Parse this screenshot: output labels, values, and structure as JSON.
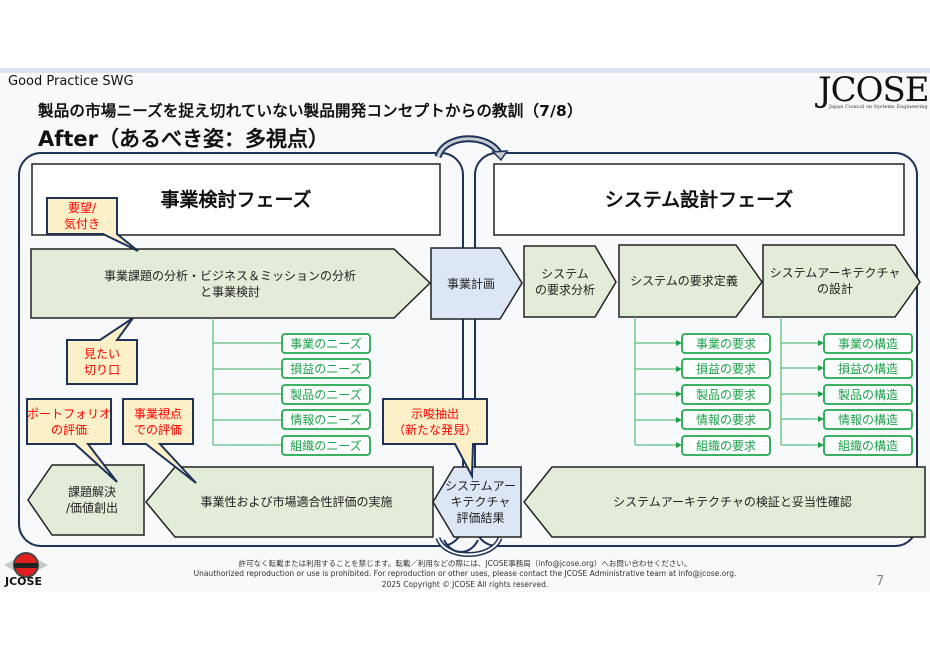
{
  "header": {
    "group_label": "Good Practice SWG",
    "title": "製品の市場ニーズを捉え切れていない製品開発コンセプトからの教訓（7/8）",
    "subtitle": "After（あるべき姿：多視点）"
  },
  "logo": {
    "name": "JCOSE",
    "tagline": "Japan Council on Systems Engineering"
  },
  "phases": {
    "business": "事業検討フェーズ",
    "system": "システム設計フェーズ"
  },
  "process": {
    "business_analysis": [
      "事業課題の分析・ビジネス＆ミッションの分析",
      "と事業検討"
    ],
    "business_plan": "事業計画",
    "sys_req_analysis": [
      "システム",
      "の要求分析"
    ],
    "sys_req_definition": "システムの要求定義",
    "sys_arch_design": [
      "システムアーキテクチャ",
      "の設計"
    ],
    "problem_solving": [
      "課題解決",
      "/価値創出"
    ],
    "market_eval": "事業性および市場適合性評価の実施",
    "arch_eval_result": [
      "システムアー",
      "キテクチャ",
      "評価結果"
    ],
    "arch_verification": "システムアーキテクチャの検証と妥当性確認"
  },
  "needs": [
    "事業のニーズ",
    "損益のニーズ",
    "製品のニーズ",
    "情報のニーズ",
    "組織のニーズ"
  ],
  "requirements": [
    "事業の要求",
    "損益の要求",
    "製品の要求",
    "情報の要求",
    "組織の要求"
  ],
  "structures": [
    "事業の構造",
    "損益の構造",
    "製品の構造",
    "情報の構造",
    "組織の構造"
  ],
  "callouts": {
    "wishes": [
      "要望/",
      "気付き"
    ],
    "viewpoint": [
      "見たい",
      "切り口"
    ],
    "portfolio": [
      "ポートフォリオ",
      "の評価"
    ],
    "business_view": [
      "事業視点",
      "での評価"
    ],
    "insight": [
      "示唆抽出",
      "（新たな発見）"
    ]
  },
  "footer": {
    "line1": "許可なく転載または利用することを禁じます。転載／利用などの際には、JCOSE事務局（info@jcose.org）へお問い合わせください。",
    "line2": "Unauthorized reproduction or use is prohibited.  For reproduction or other uses, please contact the JCOSE Administrative team at info@jcose.org.",
    "line3": "2025 Copyright © JCOSE All rights reserved.",
    "page_number": "7",
    "badge_text": "JCOSE"
  },
  "colors": {
    "frame": "#1f3358",
    "process_fill": "#e2ecd8",
    "plan_fill": "#dce6f4",
    "callout_fill": "#fbf0c8",
    "callout_text": "#ff0000",
    "pill_green": "#22a84e"
  }
}
